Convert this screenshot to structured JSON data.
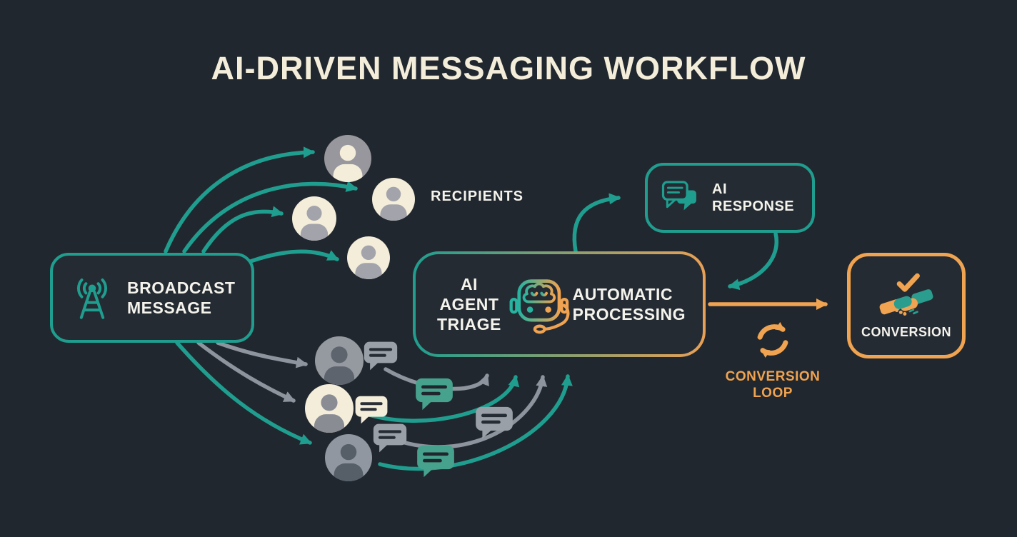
{
  "title": "AI-DRIVEN MESSAGING WORKFLOW",
  "colors": {
    "bg": "#21272e",
    "box-bg": "#252b33",
    "teal": "#1f9e8f",
    "orange": "#f0a350",
    "cream": "#f3edda",
    "gray": "#8e949d",
    "text": "#f4f3ec"
  },
  "broadcast": {
    "line1": "BROADCAST",
    "line2": "MESSAGE",
    "icon": "broadcast-tower-icon"
  },
  "recipients": {
    "label": "RECIPIENTS"
  },
  "triage": {
    "line1": "AI AGENT",
    "line2": "TRIAGE",
    "right1": "AUTOMATIC",
    "right2": "PROCESSING",
    "icon": "robot-icon"
  },
  "ai_response": {
    "line1": "AI",
    "line2": "RESPONSE",
    "icon": "chat-bubbles-icon"
  },
  "conversion_loop": {
    "line1": "CONVERSION",
    "line2": "LOOP",
    "icon": "loop-arrows-icon"
  },
  "conversion": {
    "label": "CONVERSION",
    "icon": "handshake-check-icon"
  }
}
